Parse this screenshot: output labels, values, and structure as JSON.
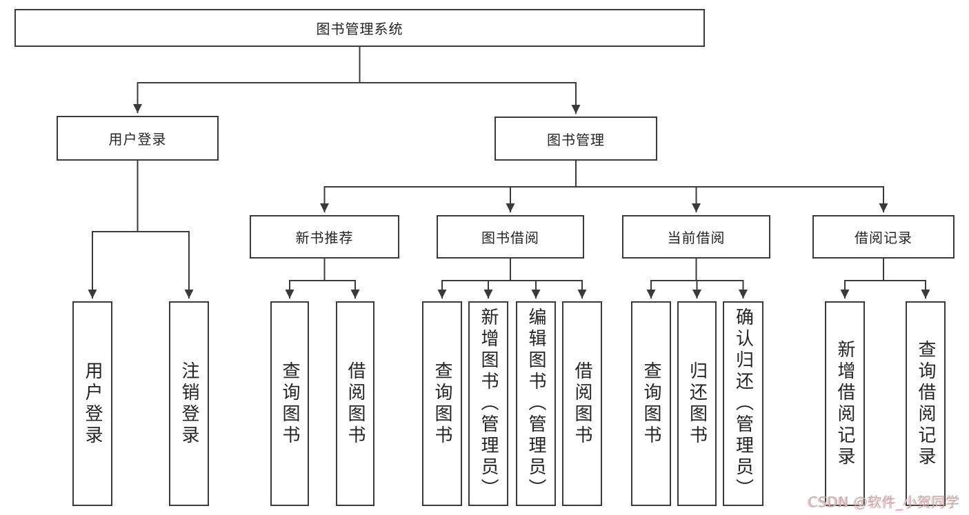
{
  "root": {
    "label": "图书管理系统"
  },
  "user_branch": {
    "label": "用户登录",
    "children": [
      {
        "label": "用户登录"
      },
      {
        "label": "注销登录"
      }
    ]
  },
  "book_branch": {
    "label": "图书管理",
    "sections": [
      {
        "label": "新书推荐",
        "children": [
          {
            "label": "查询图书"
          },
          {
            "label": "借阅图书"
          }
        ]
      },
      {
        "label": "图书借阅",
        "children": [
          {
            "label": "查询图书"
          },
          {
            "label": "新增图书（管理员）"
          },
          {
            "label": "编辑图书（管理员）"
          },
          {
            "label": "借阅图书"
          }
        ]
      },
      {
        "label": "当前借阅",
        "children": [
          {
            "label": "查询图书"
          },
          {
            "label": "归还图书"
          },
          {
            "label": "确认归还（管理员）"
          }
        ]
      },
      {
        "label": "借阅记录",
        "children": [
          {
            "label": "新增借阅记录"
          },
          {
            "label": "查询借阅记录"
          }
        ]
      }
    ]
  },
  "watermark": {
    "text": "CSDN @软件_小贺同学"
  },
  "colors": {
    "line": "#3a3a3a",
    "text": "#242424",
    "background": "#ffffff",
    "watermark": "#b8b8b8",
    "watermark_accent": "#f56c6c"
  }
}
